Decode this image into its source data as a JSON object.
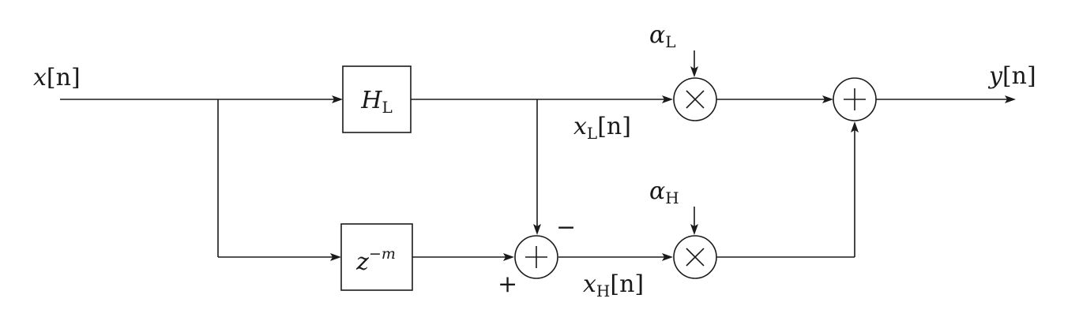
{
  "signals": {
    "input": {
      "base": "x",
      "arg": "[n]"
    },
    "output": {
      "base": "y",
      "arg": "[n]"
    },
    "x_low": {
      "base": "x",
      "sub": "L",
      "arg": "[n]"
    },
    "x_high": {
      "base": "x",
      "sub": "H",
      "arg": "[n]"
    }
  },
  "gains": {
    "alpha_low": {
      "base": "α",
      "sub": "L"
    },
    "alpha_high": {
      "base": "α",
      "sub": "H"
    }
  },
  "blocks": {
    "lowpass": {
      "base": "H",
      "sub": "L"
    },
    "delay": {
      "base": "z",
      "sup": "−m"
    }
  },
  "subtractor_signs": {
    "minus": "−",
    "plus": "+"
  }
}
